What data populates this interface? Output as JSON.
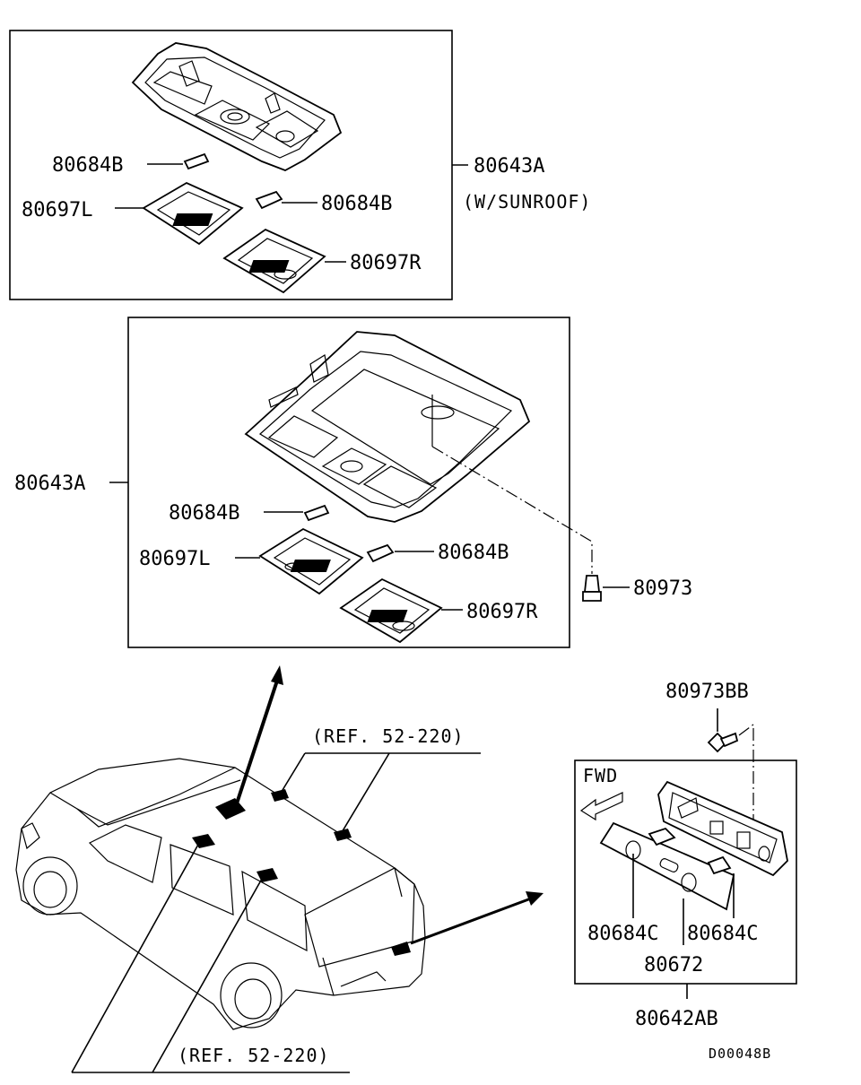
{
  "diagram": {
    "top_box": {
      "callouts": {
        "bulb_left": "80684B",
        "lens_left": "80697L",
        "bulb_right": "80684B",
        "lens_right": "80697R",
        "assembly": "80643A",
        "assembly_note": "(W/SUNROOF)"
      }
    },
    "middle_box": {
      "callouts": {
        "assembly": "80643A",
        "bulb_left": "80684B",
        "lens_left": "80697L",
        "bulb_right": "80684B",
        "lens_right": "80697R",
        "screw": "80973"
      }
    },
    "rear_box": {
      "callouts": {
        "screw": "80973BB",
        "fwd": "FWD",
        "bulb_left": "80684C",
        "bulb_right": "80684C",
        "lens": "80672",
        "assembly": "80642AB"
      }
    },
    "references": {
      "ref_top": "(REF. 52-220)",
      "ref_bottom": "(REF. 52-220)"
    },
    "drawing_code": "D00048B"
  }
}
